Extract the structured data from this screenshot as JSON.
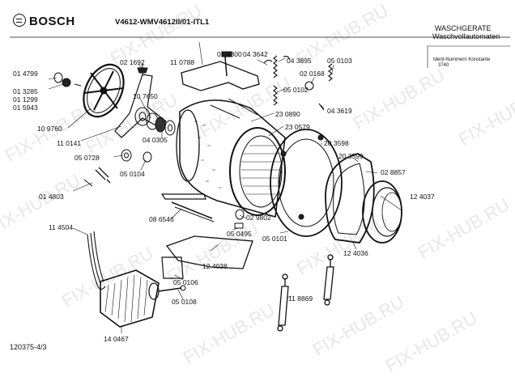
{
  "header": {
    "brand": "BOSCH",
    "model": "V4612-WMV4612II/01-ITL1",
    "category_line1": "WASCHGERATE",
    "category_line2": "Waschvollautomaten",
    "ident_line1": "Ident-Nummern Konstante",
    "ident_line2": "3740"
  },
  "footer": {
    "code": "120375-4/3"
  },
  "watermark": "FIX-HUB.RU",
  "parts": [
    "02 1692",
    "11 0788",
    "02 2300",
    "04 3642",
    "04 3895",
    "05 0103",
    "01 4799",
    "01 3285",
    "01 1299",
    "01 5943",
    "10 7650",
    "02 0168",
    "05 0102",
    "04 3619",
    "10 9760",
    "11 0141",
    "04 0305",
    "23 0890",
    "23 0579",
    "20 3598",
    "05 0728",
    "05 0104",
    "20 3599",
    "02 8857",
    "01 4803",
    "12 4037",
    "08 6546",
    "02 9802",
    "05 0495",
    "05 0101",
    "11 4504",
    "12 4038",
    "12 4036",
    "05 0106",
    "05 0108",
    "11 8869",
    "14 0467"
  ]
}
